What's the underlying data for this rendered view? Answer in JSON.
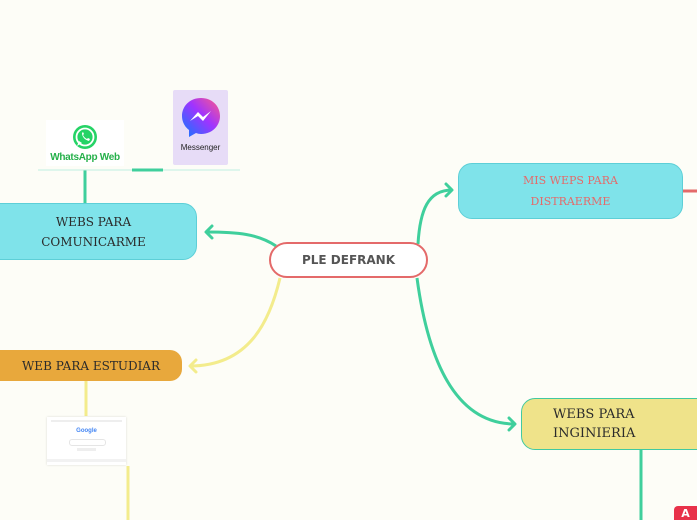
{
  "central": {
    "label": "PLE DEFRANK"
  },
  "branches": {
    "comunicarme": {
      "line1": "WEBS PARA",
      "line2": "COMUNICARME",
      "color": "#7fe3ea"
    },
    "distraerme": {
      "line1": "MIS WEPS PARA",
      "line2": "DISTRAERME",
      "color": "#7fe3ea"
    },
    "estudiar": {
      "label": "WEB PARA ESTUDIAR",
      "color": "#e8a83c"
    },
    "inginieria": {
      "line1": "WEBS PARA",
      "line2": "INGINIERIA",
      "color": "#efe38a"
    }
  },
  "images": {
    "whatsapp": {
      "label": "WhatsApp Web",
      "icon": "whatsapp-icon"
    },
    "messenger": {
      "label": "Messenger",
      "icon": "messenger-icon"
    },
    "google": {
      "label": "Google",
      "icon": "google-screenshot"
    }
  },
  "connector_colors": {
    "teal": "#3fcf9c",
    "yellow": "#f3ec8c",
    "coral": "#e46a6a"
  },
  "corner_badge": {
    "icon": "app-logo-icon",
    "label": "A"
  }
}
